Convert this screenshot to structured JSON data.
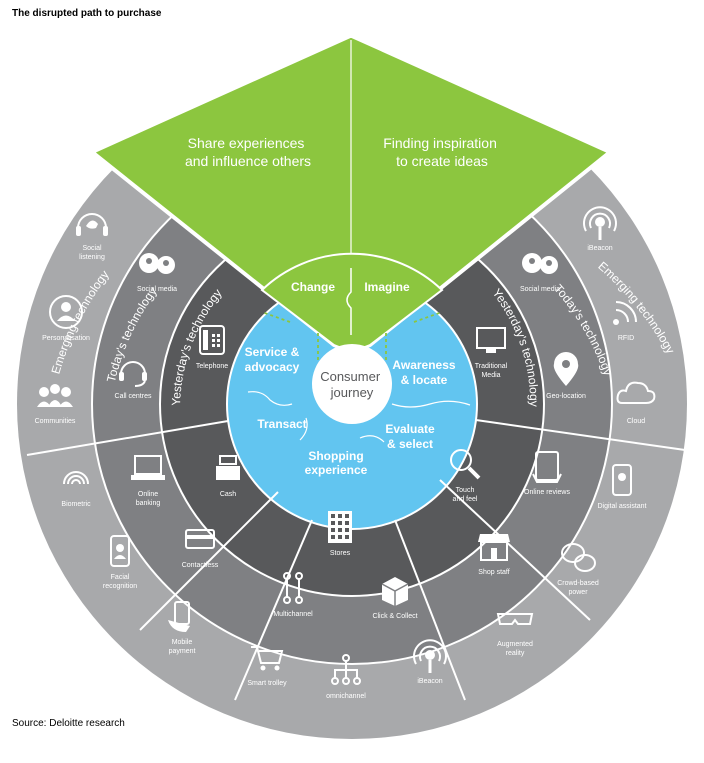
{
  "page_title": "The disrupted path to purchase",
  "source": "Source: Deloitte research",
  "colors": {
    "green": "#8cc63f",
    "outer_ring": "#a8a9ab",
    "middle_ring": "#7f8083",
    "inner_ring": "#58595b",
    "center_blue": "#62c5f0",
    "white": "#ffffff"
  },
  "top_panel": {
    "title": "New phases in the path to purchase",
    "left_text": [
      "Share experiences",
      "and influence others"
    ],
    "right_text": [
      "Finding inspiration",
      "to create ideas"
    ],
    "change": "Change",
    "imagine": "Imagine"
  },
  "center": {
    "label": [
      "Consumer",
      "journey"
    ],
    "phases": [
      {
        "lines": [
          "Service &",
          "advocacy"
        ]
      },
      {
        "lines": [
          "Awareness",
          "& locate"
        ]
      },
      {
        "lines": [
          "Transact"
        ]
      },
      {
        "lines": [
          "Evaluate",
          "& select"
        ]
      },
      {
        "lines": [
          "Shopping",
          "experience"
        ]
      }
    ]
  },
  "ring_labels": {
    "left_emerging": "Emerging technology",
    "left_today": "Today's technology",
    "left_yesterday": "Yesterday's technology",
    "right_emerging": "Emerging technology",
    "right_today": "Today's technology",
    "right_yesterday": "Yesterday's technology"
  },
  "items": [
    {
      "label": [
        "Social",
        "listening"
      ],
      "icon": "headphones-bird-icon"
    },
    {
      "label": [
        "Personalisation"
      ],
      "icon": "person-icon"
    },
    {
      "label": [
        "Communities"
      ],
      "icon": "people-group-icon"
    },
    {
      "label": [
        "Social media"
      ],
      "icon": "social-birds-icon"
    },
    {
      "label": [
        "Call centres"
      ],
      "icon": "headset-icon"
    },
    {
      "label": [
        "Telephone"
      ],
      "icon": "telephone-icon"
    },
    {
      "label": [
        "iBeacon"
      ],
      "icon": "ibeacon-icon"
    },
    {
      "label": [
        "RFID"
      ],
      "icon": "rfid-wave-icon"
    },
    {
      "label": [
        "Cloud"
      ],
      "icon": "cloud-icon"
    },
    {
      "label": [
        "Social media"
      ],
      "icon": "social-birds-icon"
    },
    {
      "label": [
        "Geo-location"
      ],
      "icon": "location-pin-icon"
    },
    {
      "label": [
        "Traditional",
        "Media"
      ],
      "icon": "tv-monitor-icon"
    },
    {
      "label": [
        "Online",
        "banking"
      ],
      "icon": "laptop-icon"
    },
    {
      "label": [
        "Cash"
      ],
      "icon": "cash-register-icon"
    },
    {
      "label": [
        "Contactless"
      ],
      "icon": "card-icon"
    },
    {
      "label": [
        "Biometric"
      ],
      "icon": "fingerprint-icon"
    },
    {
      "label": [
        "Facial",
        "recognition"
      ],
      "icon": "phone-face-icon"
    },
    {
      "label": [
        "Mobile",
        "payment"
      ],
      "icon": "hand-phone-icon"
    },
    {
      "label": [
        "Touch",
        "and feel"
      ],
      "icon": "magnifier-icon"
    },
    {
      "label": [
        "Online reviews"
      ],
      "icon": "tablet-review-icon"
    },
    {
      "label": [
        "Digital assistant"
      ],
      "icon": "phone-assistant-icon"
    },
    {
      "label": [
        "Shop staff"
      ],
      "icon": "shop-icon"
    },
    {
      "label": [
        "Crowd-based",
        "power"
      ],
      "icon": "speech-bubbles-icon"
    },
    {
      "label": [
        "Augmented",
        "reality"
      ],
      "icon": "ar-glasses-icon"
    },
    {
      "label": [
        "Stores"
      ],
      "icon": "building-icon"
    },
    {
      "label": [
        "Multichannel"
      ],
      "icon": "multichannel-icon"
    },
    {
      "label": [
        "Click & Collect"
      ],
      "icon": "box-icon"
    },
    {
      "label": [
        "Smart trolley"
      ],
      "icon": "trolley-icon"
    },
    {
      "label": [
        "omnichannel"
      ],
      "icon": "omnichannel-icon"
    },
    {
      "label": [
        "iBeacon"
      ],
      "icon": "ibeacon-icon"
    }
  ]
}
